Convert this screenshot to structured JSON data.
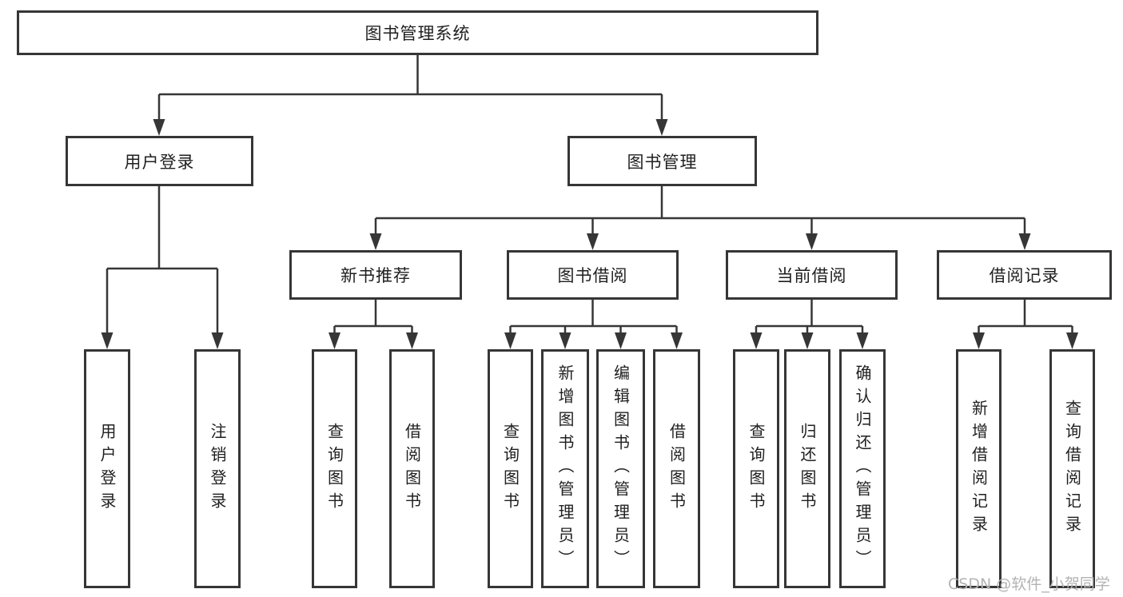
{
  "root": {
    "label": "图书管理系统"
  },
  "level2": {
    "user_login": {
      "label": "用户登录"
    },
    "book_mgmt": {
      "label": "图书管理"
    }
  },
  "level3": {
    "new_book_rec": {
      "label": "新书推荐"
    },
    "book_borrow": {
      "label": "图书借阅"
    },
    "current_borrow": {
      "label": "当前借阅"
    },
    "borrow_record": {
      "label": "借阅记录"
    }
  },
  "leaves": {
    "user_login": [
      "用户登录",
      "注销登录"
    ],
    "new_book_rec": [
      "查询图书",
      "借阅图书"
    ],
    "book_borrow": [
      "查询图书",
      "新增图书（管理员）",
      "编辑图书（管理员）",
      "借阅图书"
    ],
    "current_borrow": [
      "查询图书",
      "归还图书",
      "确认归还（管理员）"
    ],
    "borrow_record": [
      "新增借阅记录",
      "查询借阅记录"
    ]
  },
  "watermark": "CSDN @软件_小贺同学",
  "colors": {
    "line": "#363636",
    "box_background": "#ffffff",
    "text": "#1f1f1f",
    "watermark": "#b3b3b3"
  }
}
